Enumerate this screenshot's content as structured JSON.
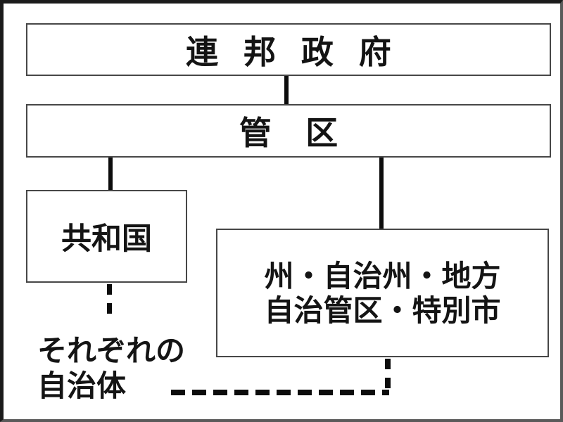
{
  "diagram": {
    "federal_government": {
      "label": "連邦政府"
    },
    "district": {
      "label": "管区"
    },
    "republic": {
      "label": "共和国"
    },
    "regions": {
      "line1": "州・自治州・地方",
      "line2": "自治管区・特別市"
    },
    "caption": {
      "line1": "それぞれの",
      "line2": "自治体"
    },
    "colors": {
      "background": "#ffffff",
      "text": "#141414",
      "box_border": "#474747",
      "connector": "#0c0c0c",
      "outer_frame": "#1b1b1b"
    }
  }
}
